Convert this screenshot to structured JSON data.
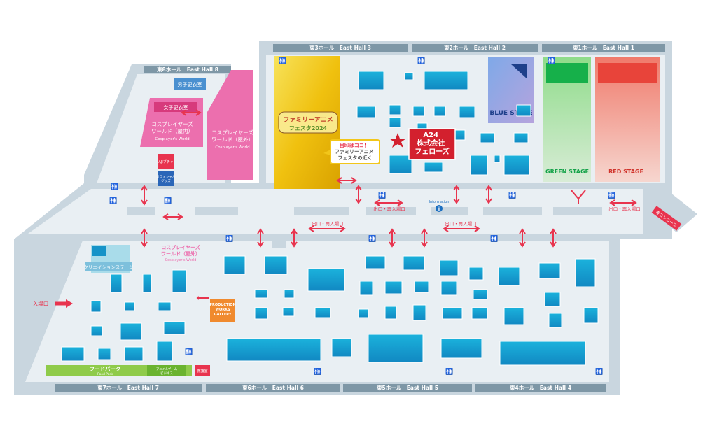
{
  "halls": {
    "east_hall_8": "東8ホール　East Hall 8",
    "east_hall_3": "東3ホール　East Hall 3",
    "east_hall_2": "東2ホール　East Hall 2",
    "east_hall_1": "東1ホール　East Hall 1",
    "east_hall_7": "東7ホール　East Hall 7",
    "east_hall_6": "東6ホール　East Hall 6",
    "east_hall_5": "東5ホール　East Hall 5",
    "east_hall_4": "東4ホール　East Hall 4"
  },
  "areas": {
    "mens_dressing": "男子更衣室",
    "womens_dressing": "女子更衣室",
    "cosplayers_world_indoor": "コスプレイヤーズ\nワールド（屋内）",
    "cosplayers_world_indoor_en": "Cosplayer's World",
    "cosplayers_world_outdoor": "コスプレイヤーズ\nワールド（屋外）",
    "cosplayers_world_outdoor_en": "Cosplayer's World",
    "cosplayers_world_hall7": "コスプレイヤーズ\nワールド（屋外）",
    "cosplayers_world_hall7_en": "Cosplayer's World",
    "aji_booth": "AJIブチャ",
    "official_goods": "オフィシャル\nグッズ",
    "creation_stage": "クリエイションステージ",
    "food_park": "フードパーク",
    "food_park_en": "Food Park",
    "anime_game_area": "アニメ&ゲーム\nビジネス",
    "medical": "救護室",
    "production_works": "PRODUCTION\nWORKS\nGALLERY",
    "information": "Information",
    "blue_stage": "BLUE STAGE",
    "green_stage": "GREEN STAGE",
    "red_stage": "RED STAGE",
    "festival_logo": "ファミリーアニメフェスタ2024"
  },
  "landmark_note": "目印はココ！\nファミリーアニメ\nフェスタの近く",
  "highlight": {
    "company": "A24\n株式会社\nフェローズ",
    "star_color": "#d3202e"
  },
  "exits": {
    "entrance": "入場口",
    "exit_reentry": "出口・再入場口",
    "concourse": "東コンコース"
  },
  "colors": {
    "floor": "#e7eef3",
    "frame": "#c9d6df",
    "booth": "#1b9fd0",
    "pink": "#ec6fae",
    "yellow": "#f2c61a",
    "red_arrow": "#e8344e"
  }
}
